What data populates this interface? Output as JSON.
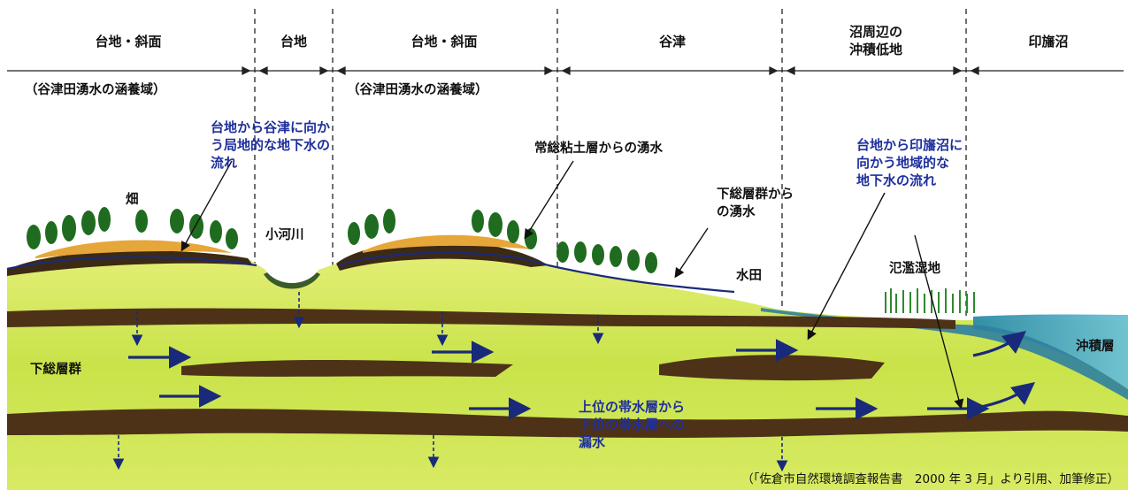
{
  "zones": [
    {
      "label": "台地・斜面"
    },
    {
      "label": "台地"
    },
    {
      "label": "台地・斜面"
    },
    {
      "label": "谷津"
    },
    {
      "label": "沼周辺の\n沖積低地"
    },
    {
      "label": "印旛沼"
    }
  ],
  "recharge_labels": [
    "（谷津田湧水の涵養域）",
    "（谷津田湧水の涵養域）"
  ],
  "annotations": {
    "local_flow": "台地から谷津に向か\nう局地的な地下水の\n流れ",
    "field": "畑",
    "small_river": "小河川",
    "clay_spring": "常総粘土層からの湧水",
    "shimosa_spring": "下総層群から\nの湧水",
    "regional_flow": "台地から印旛沼に\n向かう地域的な\n地下水の流れ",
    "paddy": "水田",
    "floodplain": "氾濫湿地",
    "alluvium": "沖積層",
    "shimosa_group": "下総層群",
    "leakage": "上位の帯水層から\n下位の帯水層への\n漏水"
  },
  "citation": "（「佐倉市自然環境調査報告書　2000 年 3 月」より引用、加筆修正）",
  "colors": {
    "ground_green": "#c9e34a",
    "clay_brown": "#5a3a1c",
    "flow_arrow": "#1a2a7a",
    "water": "#2f8fb0"
  }
}
